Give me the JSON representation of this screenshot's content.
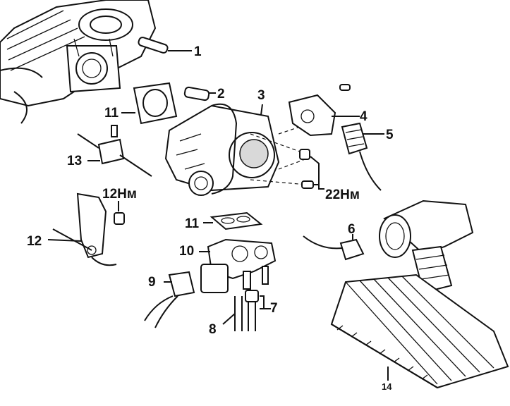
{
  "callouts": {
    "c1": "1",
    "c2": "2",
    "c3": "3",
    "c4": "4",
    "c5": "5",
    "c6": "6",
    "c7": "7",
    "c8": "8",
    "c9": "9",
    "c10": "10",
    "c11_top": "11",
    "c11_mid": "11",
    "c12": "12",
    "c13": "13",
    "c14": "14"
  },
  "torque": {
    "t12": "12Нм",
    "t22": "22Нм"
  }
}
